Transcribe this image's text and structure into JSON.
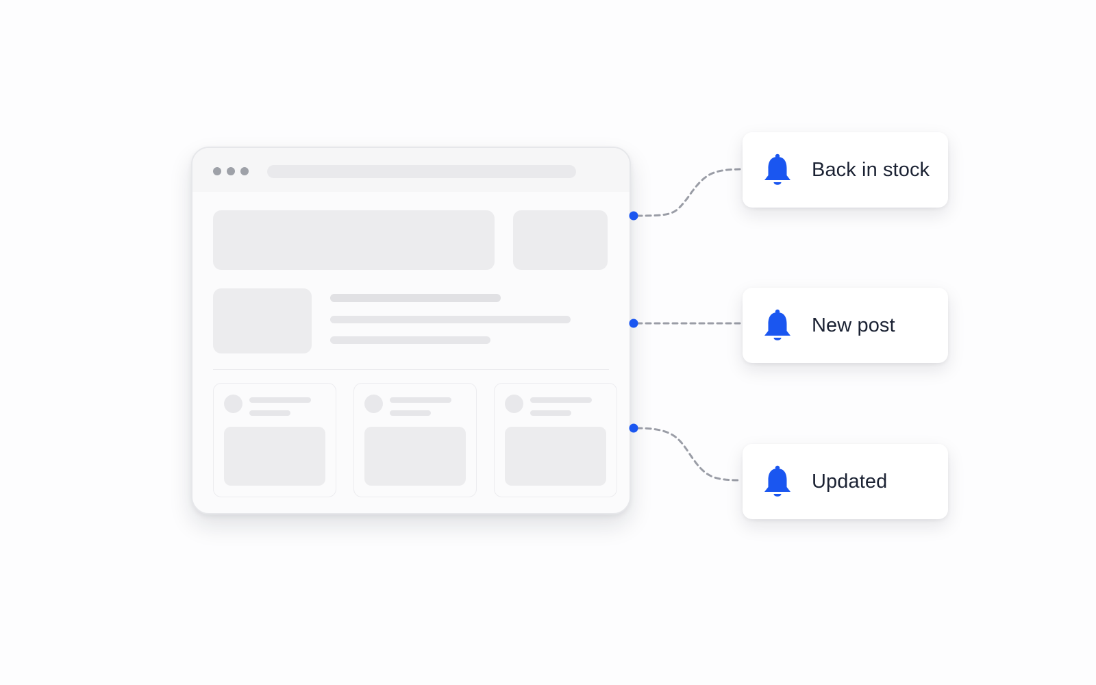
{
  "browser": {
    "window_controls": [
      "dot",
      "dot",
      "dot"
    ]
  },
  "notifications": [
    {
      "label": "Back in stock",
      "icon": "bell-icon"
    },
    {
      "label": "New post",
      "icon": "bell-icon"
    },
    {
      "label": "Updated",
      "icon": "bell-icon"
    }
  ],
  "colors": {
    "accent": "#1a56f0",
    "connector": "#9a9da6",
    "skeleton": "#ececee",
    "text": "#1b2233"
  }
}
